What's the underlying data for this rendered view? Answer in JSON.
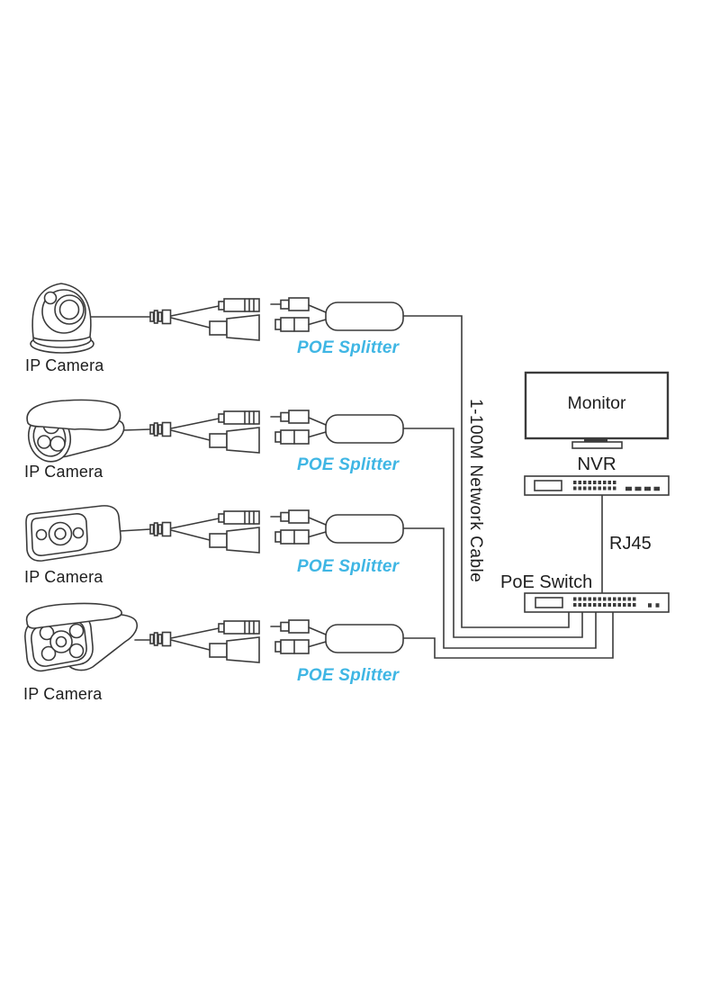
{
  "palette": {
    "background": "#ffffff",
    "line": "#3b3b3b",
    "text": "#1e1e1e",
    "accent_cyan": "#3fb6e4"
  },
  "rows": [
    {
      "camera_label": "IP Camera",
      "camera_type": "dome-camera",
      "splitter_label": "POE Splitter"
    },
    {
      "camera_label": "IP Camera",
      "camera_type": "hooded-bullet-camera",
      "splitter_label": "POE Splitter"
    },
    {
      "camera_label": "IP Camera",
      "camera_type": "compact-bullet-camera",
      "splitter_label": "POE Splitter"
    },
    {
      "camera_label": "IP Camera",
      "camera_type": "ir-bullet-camera",
      "splitter_label": "POE Splitter"
    }
  ],
  "network_cable_label": "1-100M Network Cable",
  "monitor_label": "Monitor",
  "nvr_label": "NVR",
  "rj45_label": "RJ45",
  "poe_switch_label": "PoE Switch"
}
